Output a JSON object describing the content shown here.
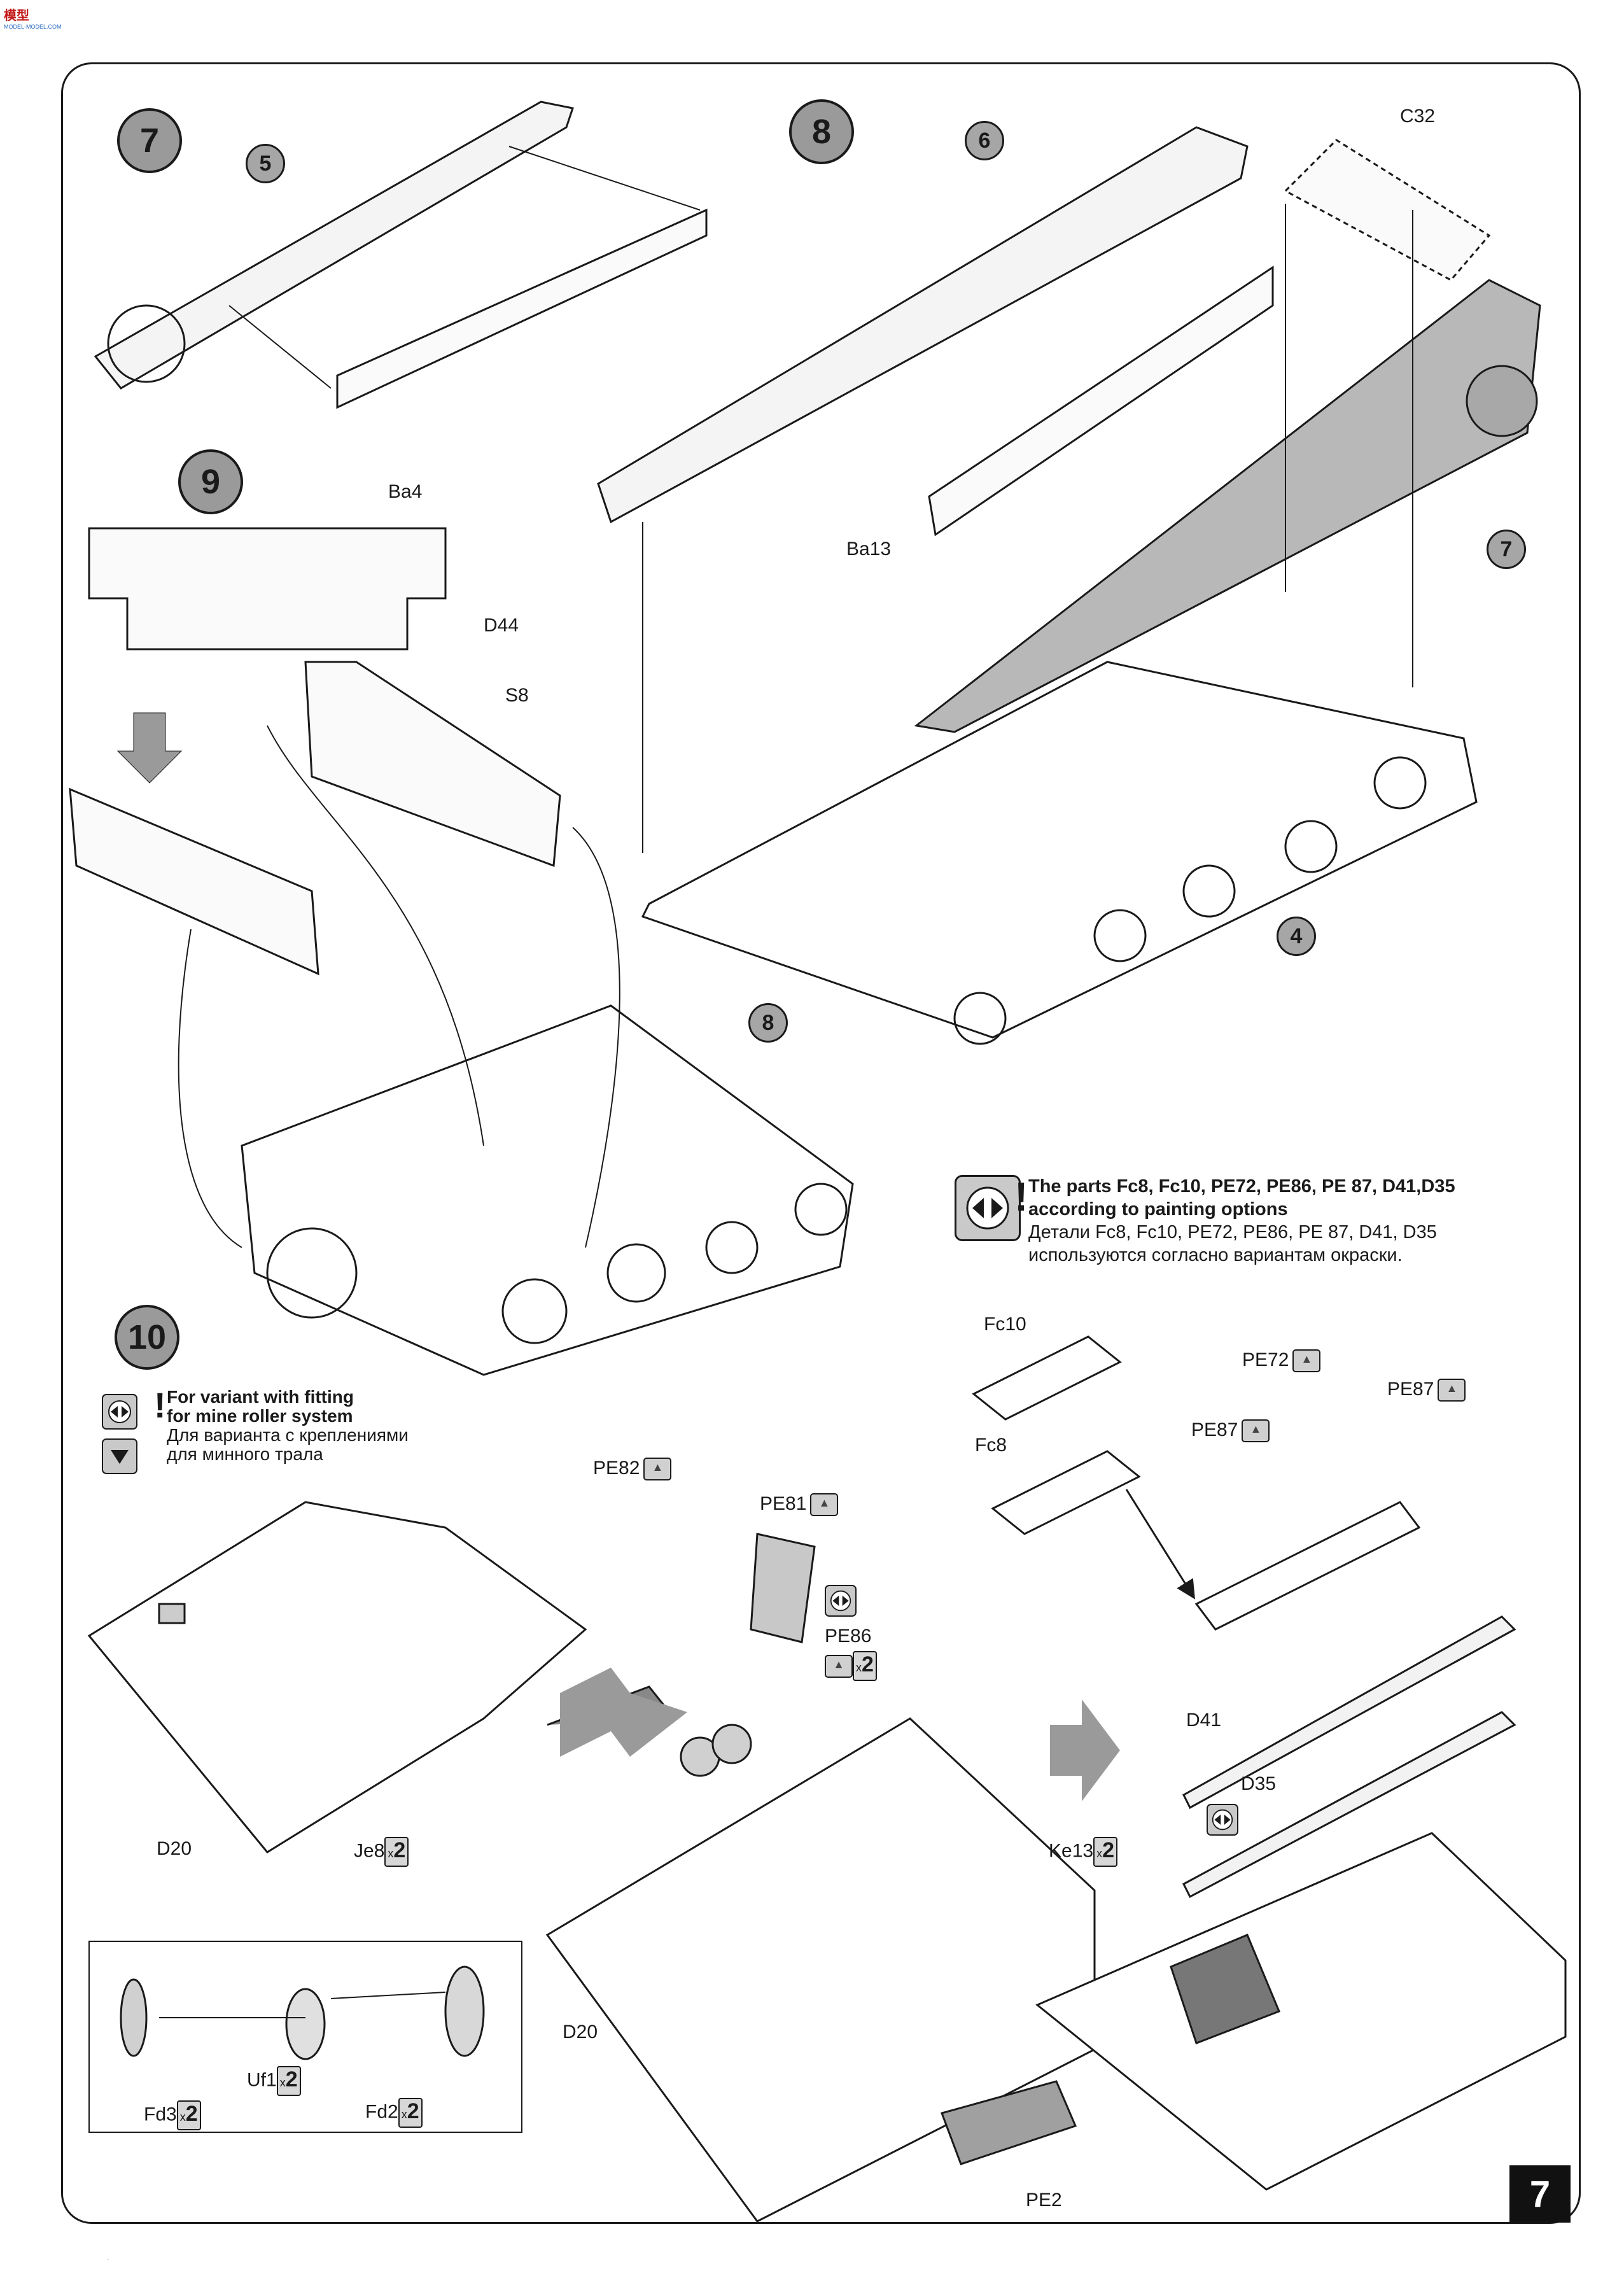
{
  "brand": {
    "text": "模型",
    "sub": "MODEL-MODEL.COM"
  },
  "steps": {
    "s7": "7",
    "s8": "8",
    "s9": "9",
    "s10": "10"
  },
  "callouts": {
    "c5": "5",
    "c6": "6",
    "c7": "7",
    "c8": "8",
    "c4": "4"
  },
  "parts": {
    "ba4": "Ba4",
    "ba13": "Ba13",
    "c32": "C32",
    "d44": "D44",
    "s8": "S8",
    "d20a": "D20",
    "je8": "Je8",
    "pe82": "PE82",
    "pe81": "PE81",
    "pe86": "PE86",
    "fd3": "Fd3",
    "uf1": "Uf1",
    "fd2": "Fd2",
    "d20b": "D20",
    "ke13": "Ke13",
    "pe2": "PE2",
    "fc10": "Fc10",
    "fc8": "Fc8",
    "pe72": "PE72",
    "pe87a": "PE87",
    "pe87b": "PE87",
    "d41": "D41",
    "d35": "D35"
  },
  "qty": {
    "x": "x",
    "two": "2"
  },
  "note_options": {
    "en_line1": "The parts Fc8, Fc10, PE72, PE86, PE 87, D41,D35",
    "en_line2": "according to painting options",
    "ru_line1": "Детали Fc8, Fc10, PE72, PE86, PE 87, D41, D35",
    "ru_line2": "используются согласно вариантам окраски."
  },
  "note_mine": {
    "en_line1": "For variant  with fitting",
    "en_line2": "for mine roller system",
    "ru_line1": "Для варианта  с  креплениями",
    "ru_line2": "для минного трала"
  },
  "page_number": "7",
  "icons": {
    "painting_option": "painting-option-icon",
    "attention": "exclamation-icon",
    "fold": "fold-down-icon",
    "photo_etch": "photo-etch-icon"
  },
  "colors": {
    "callout_fill": "#a6a6a6",
    "part_gray": "#b8b8b8",
    "line": "#1a1a1a"
  }
}
